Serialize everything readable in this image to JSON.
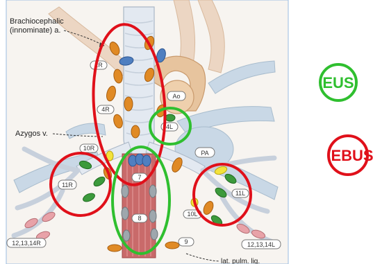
{
  "labels": {
    "brachiocephalic_line1": "Brachiocephalic",
    "brachiocephalic_line2": "(innominate) a.",
    "azygos": "Azygos v.",
    "ao": "Ao",
    "pa": "PA",
    "lig": "lat. pulm. lig."
  },
  "stations": {
    "s2r": "2R",
    "s4r": "4R",
    "s4l": "4L",
    "s10r": "10R",
    "s11r": "11R",
    "s7": "7",
    "s8": "8",
    "s10l": "10L",
    "s11l": "11L",
    "s9": "9",
    "s12r": "12,13,14R",
    "s12l": "12,13,14L"
  },
  "legend": {
    "eus": {
      "label": "EUS",
      "color": "#2fbf2f"
    },
    "ebus": {
      "label": "EBUS",
      "color": "#e0101a"
    }
  }
}
